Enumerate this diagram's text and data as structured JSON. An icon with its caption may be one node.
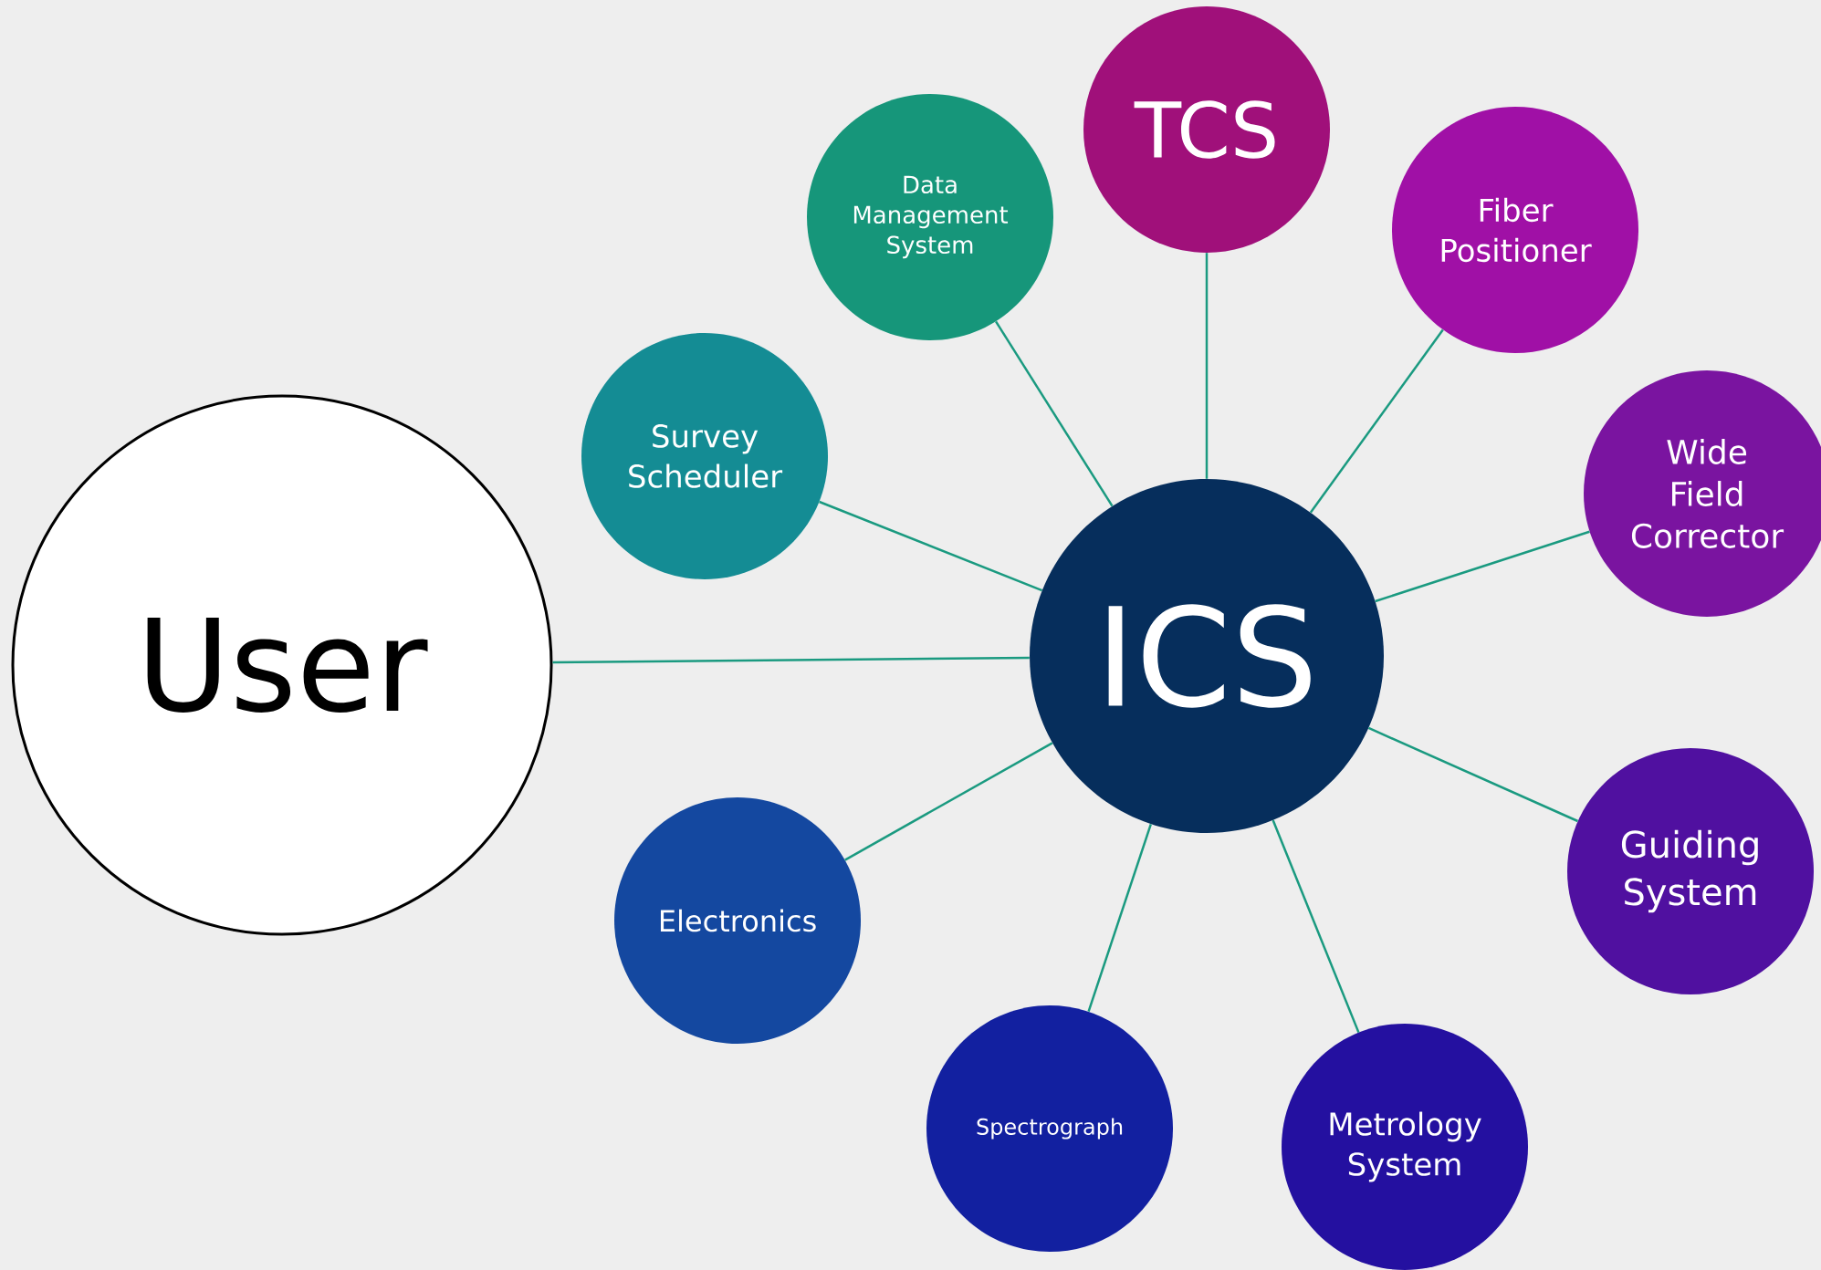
{
  "diagram": {
    "nodes": [
      {
        "text": [
          "TCS"
        ]
      },
      {
        "text": [
          "Data Management System"
        ]
      },
      {
        "text": [
          "Fiber Positioner"
        ]
      },
      {
        "text": [
          "Survey Scheduler"
        ]
      },
      {
        "text": [
          "Wide Field Corrector"
        ]
      },
      {
        "text": [
          "User"
        ]
      },
      {
        "text": [
          "ICS"
        ]
      },
      {
        "text": [
          "Guiding System"
        ]
      },
      {
        "text": [
          "Electronics"
        ]
      },
      {
        "text": [
          "Spectrograph"
        ]
      },
      {
        "text": [
          "Metrology System"
        ]
      }
    ],
    "edges": [
      {
        "from": 6,
        "to": 0,
        "arrow": "none"
      },
      {
        "from": 6,
        "to": 1,
        "arrow": "none"
      },
      {
        "from": 6,
        "to": 2,
        "arrow": "none"
      },
      {
        "from": 6,
        "to": 3,
        "arrow": "none"
      },
      {
        "from": 6,
        "to": 4,
        "arrow": "none"
      },
      {
        "from": 6,
        "to": 5,
        "arrow": "none"
      },
      {
        "from": 6,
        "to": 7,
        "arrow": "none"
      },
      {
        "from": 6,
        "to": 8,
        "arrow": "none"
      },
      {
        "from": 6,
        "to": 9,
        "arrow": "none"
      },
      {
        "from": 6,
        "to": 10,
        "arrow": "none"
      }
    ]
  }
}
